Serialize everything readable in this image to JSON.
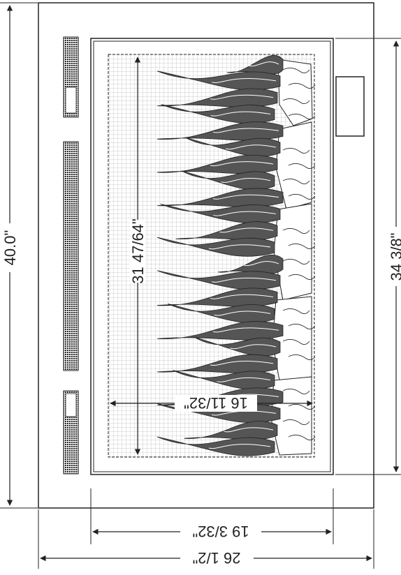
{
  "dimensions": {
    "overall_height": "40.0\"",
    "overall_width": "26 1/2\"",
    "opening_height": "34 3/8\"",
    "opening_width": "19 3/32\"",
    "viewing_height": "31 47/64\"",
    "viewing_width": "16 11/32\""
  },
  "colors": {
    "line": "#222222",
    "grid": "#9a9a9a",
    "flame": "#555555",
    "background": "#ffffff"
  },
  "flames": {
    "count": 24
  }
}
